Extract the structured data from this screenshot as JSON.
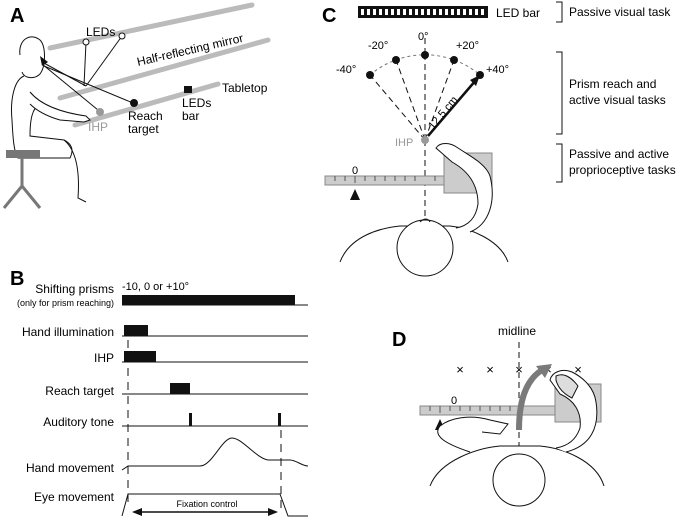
{
  "panel_a": {
    "letter": "A",
    "leds": "LEDs",
    "mirror": "Half-reflecting mirror",
    "tabletop": "Tabletop",
    "ihp": "IHP",
    "reach_target_1": "Reach",
    "reach_target_2": "target",
    "leds_bar_1": "LEDs",
    "leds_bar_2": "bar"
  },
  "panel_b": {
    "letter": "B",
    "prism_values": "-10, 0 or +10°",
    "fixation": "Fixation control",
    "rows": [
      {
        "label": "Shifting prisms"
      },
      {
        "label": "(only for prism reaching)"
      },
      {
        "label": "Hand illumination"
      },
      {
        "label": "IHP"
      },
      {
        "label": "Reach target"
      },
      {
        "label": "Auditory tone"
      },
      {
        "label": "Hand movement"
      },
      {
        "label": "Eye movement"
      }
    ]
  },
  "panel_c": {
    "letter": "C",
    "led_bar": "LED bar",
    "angles": [
      "-40°",
      "-20°",
      "0°",
      "+20°",
      "+40°"
    ],
    "distance": "12.5 cm",
    "ihp": "IHP",
    "ruler_zero": "0",
    "tasks": [
      {
        "l1": "Passive visual task",
        "l2": ""
      },
      {
        "l1": "Prism reach and",
        "l2": "active visual tasks"
      },
      {
        "l1": "Passive and active",
        "l2": "proprioceptive tasks"
      }
    ]
  },
  "panel_d": {
    "letter": "D",
    "midline": "midline",
    "ruler_zero": "0"
  },
  "colors": {
    "ink": "#111111",
    "gray": "#999999",
    "light": "#cccccc",
    "arrow_gray": "#7a7a7a"
  }
}
